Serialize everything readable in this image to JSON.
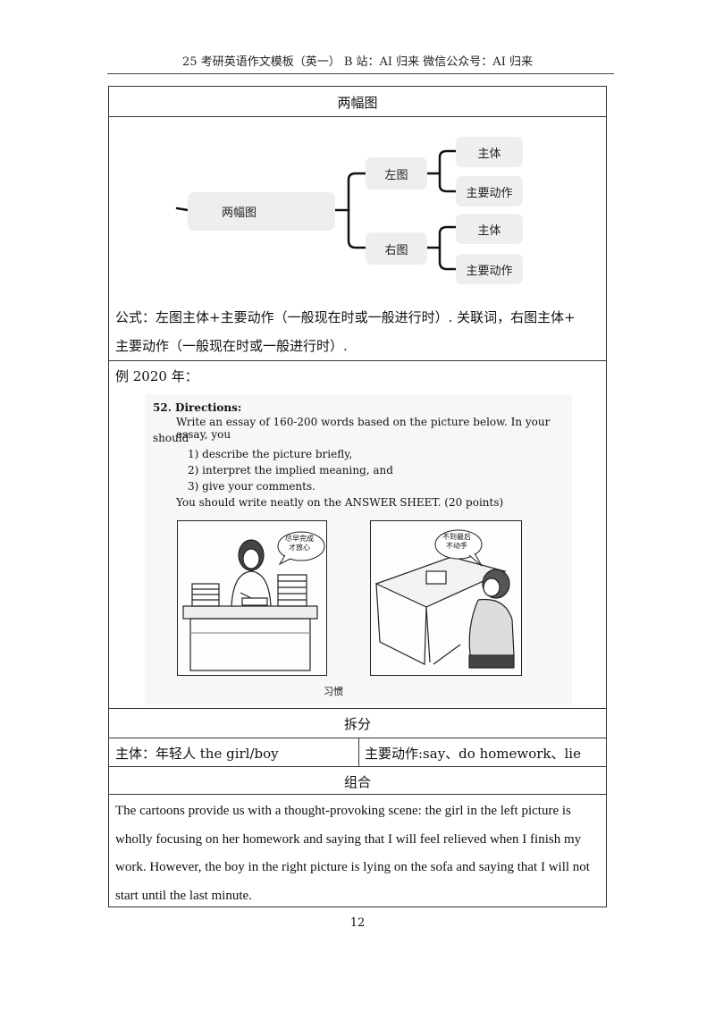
{
  "header": {
    "text": "25 考研英语作文模板（英一） B 站：AI 归来 微信公众号：AI 归来"
  },
  "section": {
    "title": "两幅图"
  },
  "mindmap": {
    "root": "两幅图",
    "left": {
      "label": "左图",
      "children": [
        "主体",
        "主要动作"
      ]
    },
    "right": {
      "label": "右图",
      "children": [
        "主体",
        "主要动作"
      ]
    }
  },
  "formula": {
    "line1": "公式：左图主体+主要动作（一般现在时或一般进行时）. 关联词，右图主体+",
    "line2": "主要动作（一般现在时或一般进行时）."
  },
  "example": {
    "label": "例 2020 年：",
    "directions_title": "52. Directions:",
    "line1": "Write an essay of 160-200 words based on the picture below. In your essay, you",
    "line2": "should",
    "item1": "1) describe the picture briefly,",
    "item2": "2) interpret the implied meaning, and",
    "item3": "3) give your comments.",
    "line3": "You should write neatly on the ANSWER SHEET. (20 points)",
    "bubble_left_1": "尽早完成",
    "bubble_left_2": "才放心",
    "bubble_right_1": "不到最后",
    "bubble_right_2": "不动手",
    "caption": "习惯"
  },
  "breakdown": {
    "title": "拆分",
    "subject": "主体：年轻人 the girl/boy",
    "action": "主要动作:say、do homework、lie"
  },
  "combine": {
    "title": "组合",
    "paragraph": "The cartoons provide us with a thought-provoking scene: the girl in the left picture is wholly focusing on her homework and saying that I will feel relieved when I finish my work. However, the boy in the right picture is lying on the sofa and saying that I will not start until the last minute."
  },
  "page_number": "12"
}
